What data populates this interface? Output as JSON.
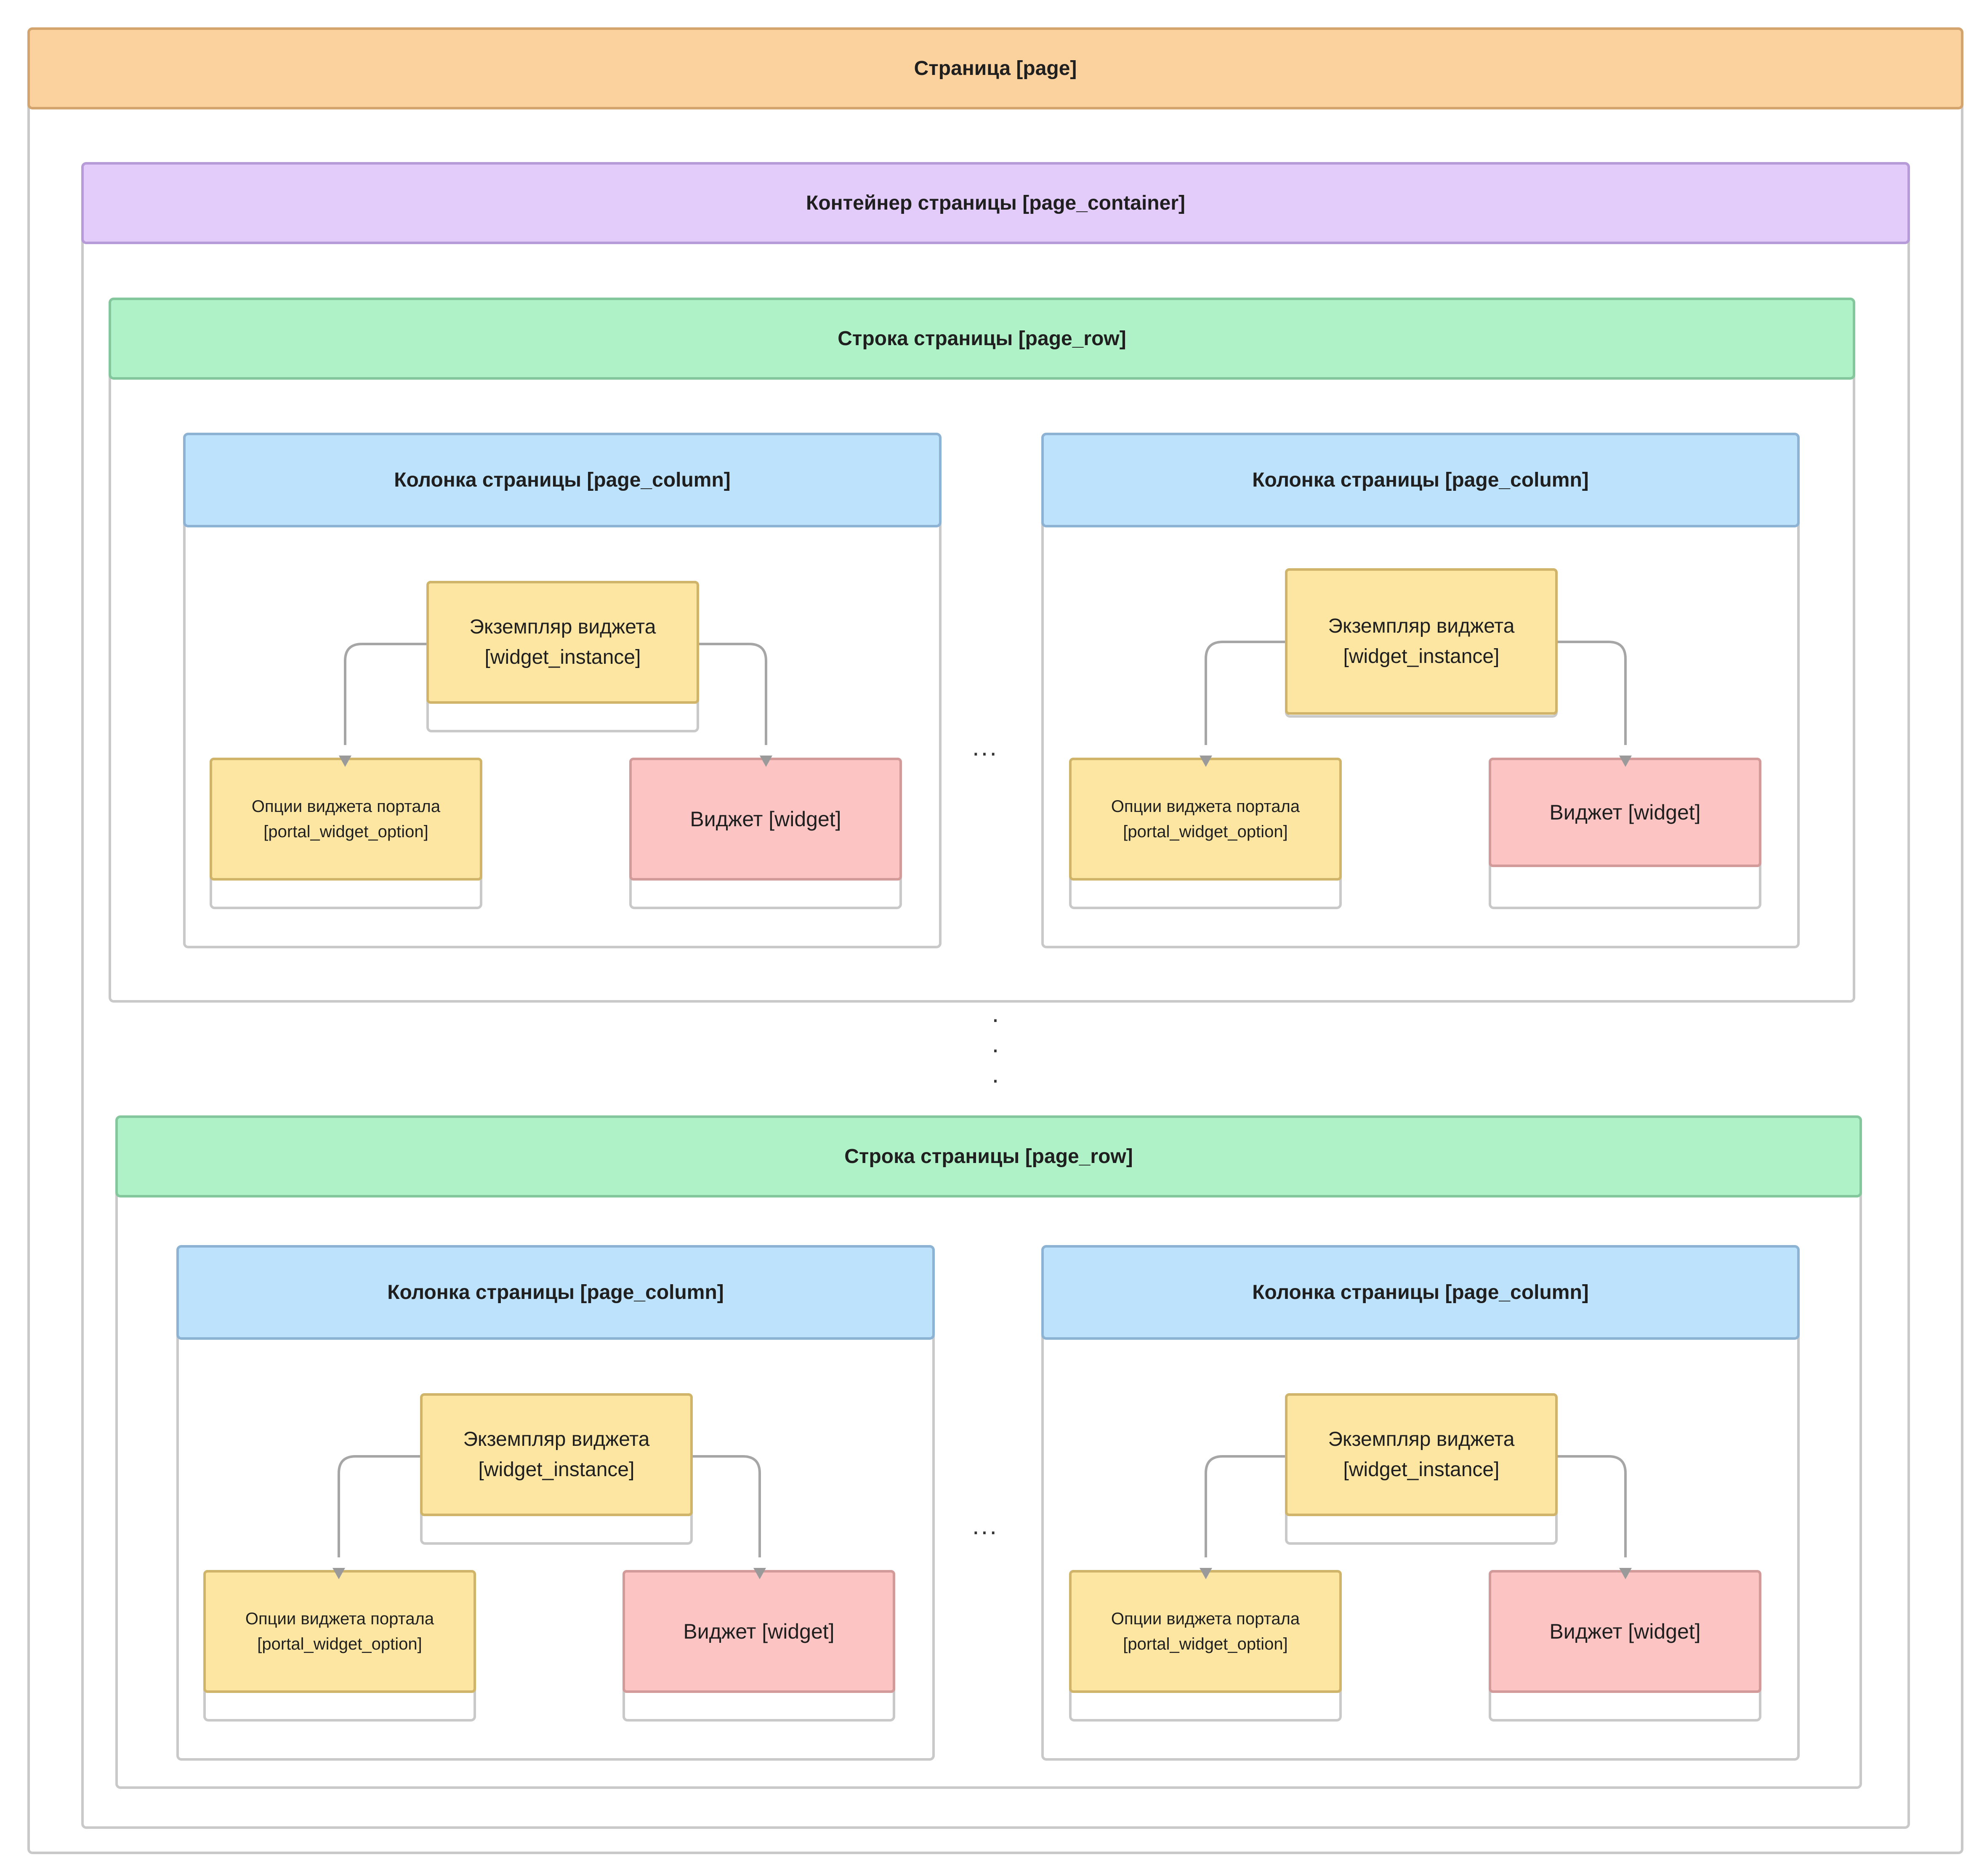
{
  "page": {
    "title": "Страница [page]"
  },
  "container": {
    "title": "Контейнер страницы [page_container]"
  },
  "rows": [
    {
      "title": "Строка страницы [page_row]",
      "columns": [
        {
          "title": "Колонка страницы [page_column]",
          "instance": "Экземпляр виджета\n[widget_instance]",
          "option": "Опции виджета портала\n[portal_widget_option]",
          "widget": "Виджет [widget]"
        },
        {
          "title": "Колонка страницы [page_column]",
          "instance": "Экземпляр виджета\n[widget_instance]",
          "option": "Опции виджета портала\n[portal_widget_option]",
          "widget": "Виджет [widget]"
        }
      ],
      "ellipsis": "..."
    },
    {
      "title": "Строка страницы [page_row]",
      "columns": [
        {
          "title": "Колонка страницы [page_column]",
          "instance": "Экземпляр виджета\n[widget_instance]",
          "option": "Опции виджета портала\n[portal_widget_option]",
          "widget": "Виджет [widget]"
        },
        {
          "title": "Колонка страницы [page_column]",
          "instance": "Экземпляр виджета\n[widget_instance]",
          "option": "Опции виджета портала\n[portal_widget_option]",
          "widget": "Виджет [widget]"
        }
      ],
      "ellipsis": "..."
    }
  ],
  "row_separator": "· · ·",
  "colors": {
    "page": "#fbd29e",
    "container": "#e3ccfa",
    "row": "#b0f2c8",
    "column": "#bde3fc",
    "instance": "#fde6a2",
    "widget": "#fcc5c3"
  }
}
